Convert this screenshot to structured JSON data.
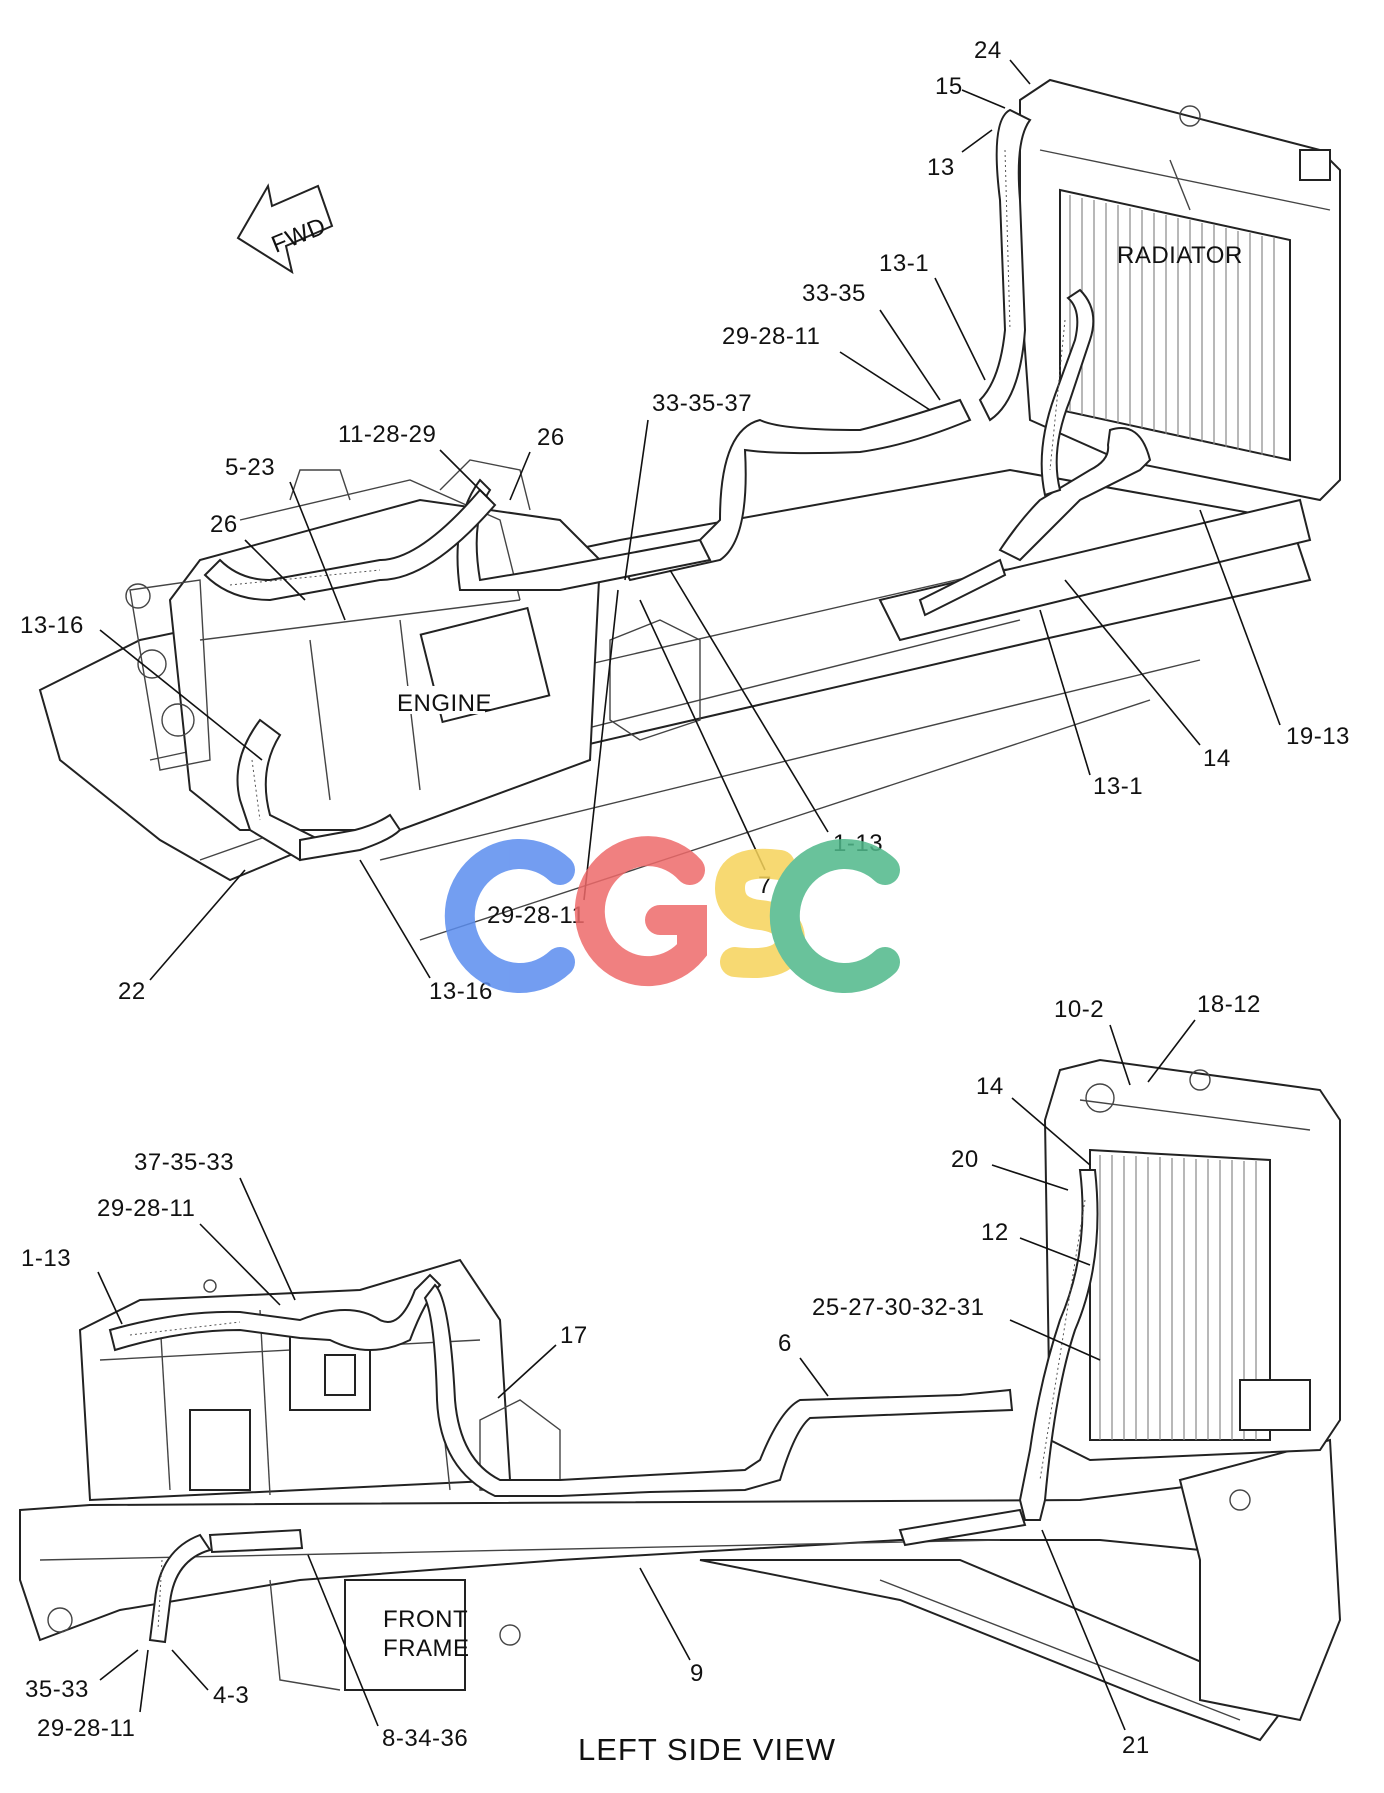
{
  "fwd_label": "FWD",
  "component_labels": {
    "radiator_top": "RADIATOR",
    "engine": "ENGINE",
    "front_frame_line1": "FRONT",
    "front_frame_line2": "FRAME"
  },
  "view_title": "LEFT SIDE VIEW",
  "watermark": "CGSC",
  "watermark_colors": [
    "#5b8def",
    "#ee6a6a",
    "#f6d35a",
    "#4fb88a"
  ],
  "callouts_top": [
    "24",
    "15",
    "13",
    "13-1",
    "33-35",
    "29-28-11",
    "33-35-37",
    "11-28-29",
    "26",
    "5-23",
    "26",
    "13-16",
    "19-13",
    "14",
    "13-1",
    "1-13",
    "7",
    "29-28-11",
    "22",
    "13-16"
  ],
  "callouts_bottom": [
    "10-2",
    "18-12",
    "14",
    "20",
    "12",
    "25-27-30-32-31",
    "6",
    "17",
    "37-35-33",
    "29-28-11",
    "1-13",
    "35-33",
    "29-28-11",
    "4-3",
    "8-34-36",
    "9",
    "21"
  ]
}
